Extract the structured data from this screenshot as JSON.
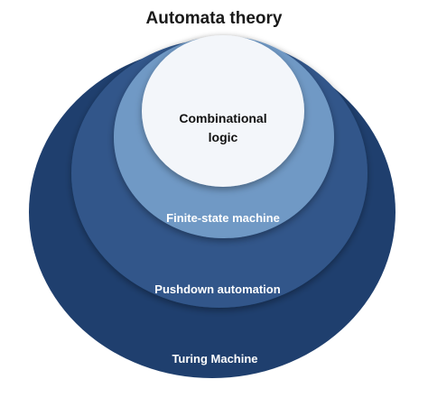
{
  "title": "Automata theory",
  "levels": [
    {
      "label": "Turing Machine",
      "color": "#1f3f6e"
    },
    {
      "label": "Pushdown automation",
      "color": "#30578a"
    },
    {
      "label": "Finite-state machine",
      "color": "#6f99c5"
    },
    {
      "label": "Combinational logic",
      "label_lines": [
        "Combinational",
        "logic"
      ],
      "color": "#f3f6fa"
    }
  ]
}
